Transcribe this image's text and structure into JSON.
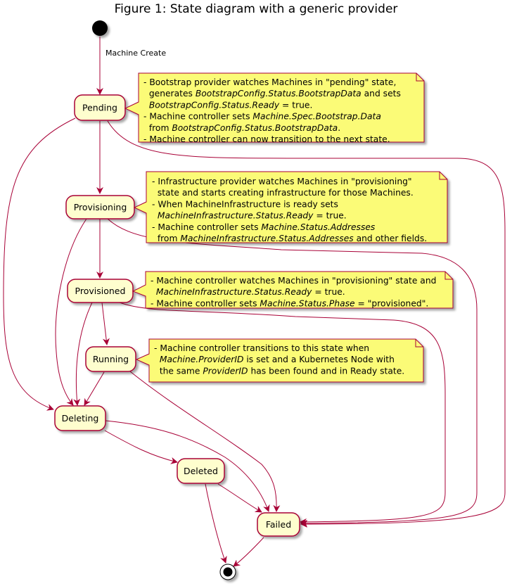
{
  "title": "Figure 1: State diagram with a generic provider",
  "colors": {
    "state_fill": "#FEFECE",
    "state_border": "#A80036",
    "arrow": "#A80036",
    "note_fill": "#FBFB77",
    "note_border": "#A80036"
  },
  "edge_labels": {
    "machine_create": "Machine Create"
  },
  "states": {
    "pending": "Pending",
    "provisioning": "Provisioning",
    "provisioned": "Provisioned",
    "running": "Running",
    "deleting": "Deleting",
    "deleted": "Deleted",
    "failed": "Failed"
  },
  "notes": {
    "pending": [
      [
        {
          "t": "- Bootstrap provider watches Machines in \"pending\" state,"
        }
      ],
      [
        {
          "t": "  generates "
        },
        {
          "t": "BootstrapConfig.Status.BootstrapData",
          "em": true
        },
        {
          "t": " and sets"
        }
      ],
      [
        {
          "t": "  "
        },
        {
          "t": "BootstrapConfig.Status.Ready",
          "em": true
        },
        {
          "t": " = true."
        }
      ],
      [
        {
          "t": "- Machine controller sets "
        },
        {
          "t": "Machine.Spec.Bootstrap.Data",
          "em": true
        }
      ],
      [
        {
          "t": "  from "
        },
        {
          "t": "BootstrapConfig.Status.BootstrapData",
          "em": true
        },
        {
          "t": "."
        }
      ],
      [
        {
          "t": "- Machine controller can now transition to the next state."
        }
      ]
    ],
    "provisioning": [
      [
        {
          "t": "- Infrastructure provider watches Machines in \"provisioning\""
        }
      ],
      [
        {
          "t": "  state and starts creating infrastructure for those Machines."
        }
      ],
      [
        {
          "t": "- When MachineInfrastructure is ready sets"
        }
      ],
      [
        {
          "t": "  "
        },
        {
          "t": "MachineInfrastructure.Status.Ready",
          "em": true
        },
        {
          "t": " = true."
        }
      ],
      [
        {
          "t": "- Machine controller sets "
        },
        {
          "t": "Machine.Status.Addresses",
          "em": true
        }
      ],
      [
        {
          "t": "  from "
        },
        {
          "t": "MachineInfrastructure.Status.Addresses",
          "em": true
        },
        {
          "t": " and other fields."
        }
      ]
    ],
    "provisioned": [
      [
        {
          "t": "- Machine controller watches Machines in \"provisioning\" state and"
        }
      ],
      [
        {
          "t": "  "
        },
        {
          "t": "MachineInfrastructure.Status.Ready",
          "em": true
        },
        {
          "t": " = true."
        }
      ],
      [
        {
          "t": "- Machine controller sets "
        },
        {
          "t": "Machine.Status.Phase",
          "em": true
        },
        {
          "t": " = \"provisioned\"."
        }
      ]
    ],
    "running": [
      [
        {
          "t": "- Machine controller transitions to this state when"
        }
      ],
      [
        {
          "t": "  "
        },
        {
          "t": "Machine.ProviderID",
          "em": true
        },
        {
          "t": " is set and a Kubernetes Node with"
        }
      ],
      [
        {
          "t": "  the same "
        },
        {
          "t": "ProviderID",
          "em": true
        },
        {
          "t": " has been found and in Ready state."
        }
      ]
    ]
  }
}
